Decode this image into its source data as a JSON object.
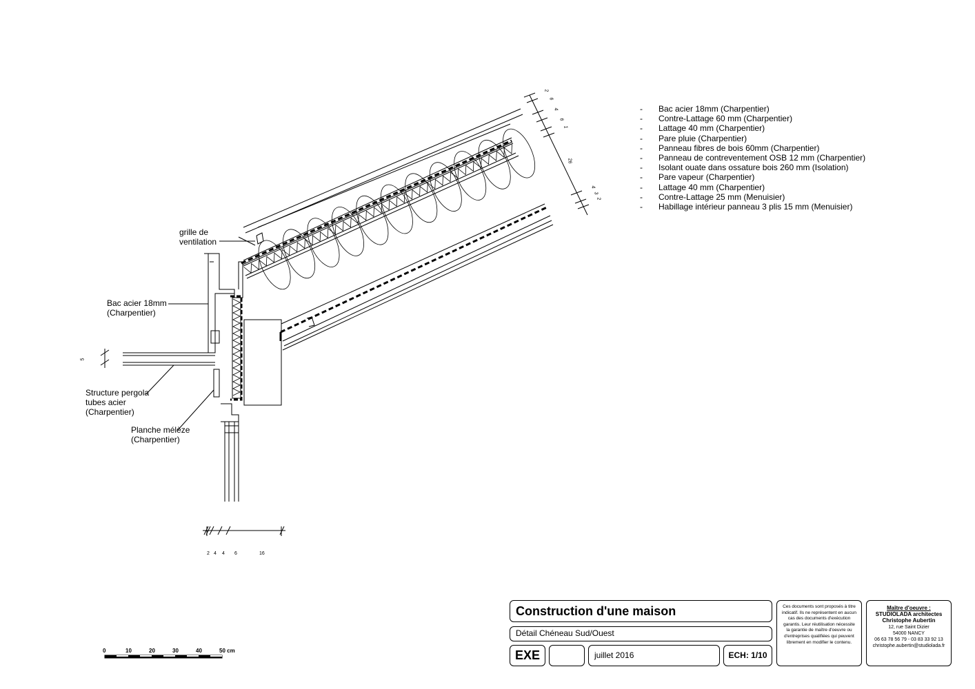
{
  "callouts": {
    "grille": [
      "grille de",
      "ventilation"
    ],
    "bac_acier": [
      "Bac acier 18mm",
      "(Charpentier)"
    ],
    "structure_pergola": [
      "Structure pergola",
      "tubes acier",
      "(Charpentier)"
    ],
    "planche_meleze": [
      "Planche mélèze",
      "(Charpentier)"
    ]
  },
  "legend": {
    "bullet": "-",
    "items": [
      "Bac acier 18mm (Charpentier)",
      "Contre-Lattage 60 mm (Charpentier)",
      "Lattage  40 mm (Charpentier)",
      "Pare pluie (Charpentier)",
      "Panneau fibres de  bois 60mm (Charpentier)",
      "Panneau de contreventement OSB 12 mm (Charpentier)",
      "Isolant ouate dans ossature bois 260 mm (Isolation)",
      "Pare vapeur (Charpentier)",
      "Lattage 40 mm (Charpentier)",
      "Contre-Lattage  25 mm (Menuisier)",
      "Habillage intérieur panneau 3 plis 15 mm (Menuisier)"
    ]
  },
  "dimensions": {
    "roof_top": [
      "2",
      "6",
      "4",
      "6",
      "1"
    ],
    "roof_mid": "26",
    "roof_bottom": [
      "4",
      "3",
      "2"
    ],
    "left": "5",
    "bottom_chain": [
      "2",
      "4",
      "4",
      "6",
      "16"
    ]
  },
  "scale_bar": {
    "ticks": [
      "0",
      "10",
      "20",
      "30",
      "40",
      "50 cm"
    ]
  },
  "title_block": {
    "project_title": "Construction d'une maison",
    "sheet_title": "Détail Chéneau Sud/Ouest",
    "phase": "EXE",
    "index": "",
    "date": "juillet 2016",
    "scale": "ECH: 1/10",
    "disclaimer": [
      "Ces documents sont proposés à titre",
      "indicatif. Ils ne représentent en aucun",
      "cas des documents d'exécution",
      "garantis. Leur réutilisation nécessite",
      "la garantie de maître d'oeuvre ou",
      "d'entreprises qualifiées qui peuvent",
      "librement en modifier le contenu."
    ],
    "architect": {
      "role": "Maître d'oeuvre :",
      "firm": "STUDIOLADA architectes",
      "name": "Christophe Aubertin",
      "address": "12, rue Saint Dizier",
      "city": "54000 NANCY",
      "phones": "06 63 78 56 79 - 03 83 33 92 13",
      "email": "christophe.aubertin@studiolada.fr"
    }
  }
}
